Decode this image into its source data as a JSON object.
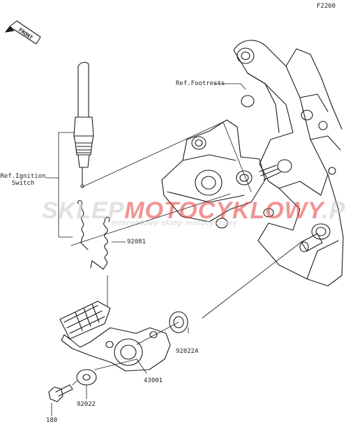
{
  "diagram": {
    "code": "F2260",
    "front_label": "FRONT"
  },
  "labels": {
    "ref_footrests": "Ref.Footrests",
    "ref_ignition_line1": "Ref.Ignition",
    "ref_ignition_line2": "Switch",
    "part_92081": "92081",
    "part_92022A": "92022A",
    "part_43001": "43001",
    "part_92022": "92022",
    "part_180": "180"
  },
  "watermark": {
    "brand_a": "SKLEP",
    "brand_b": "MOTOCYKLOWY",
    "brand_c": ".PL",
    "subtitle": "internetowy sklep motocyklowy"
  }
}
